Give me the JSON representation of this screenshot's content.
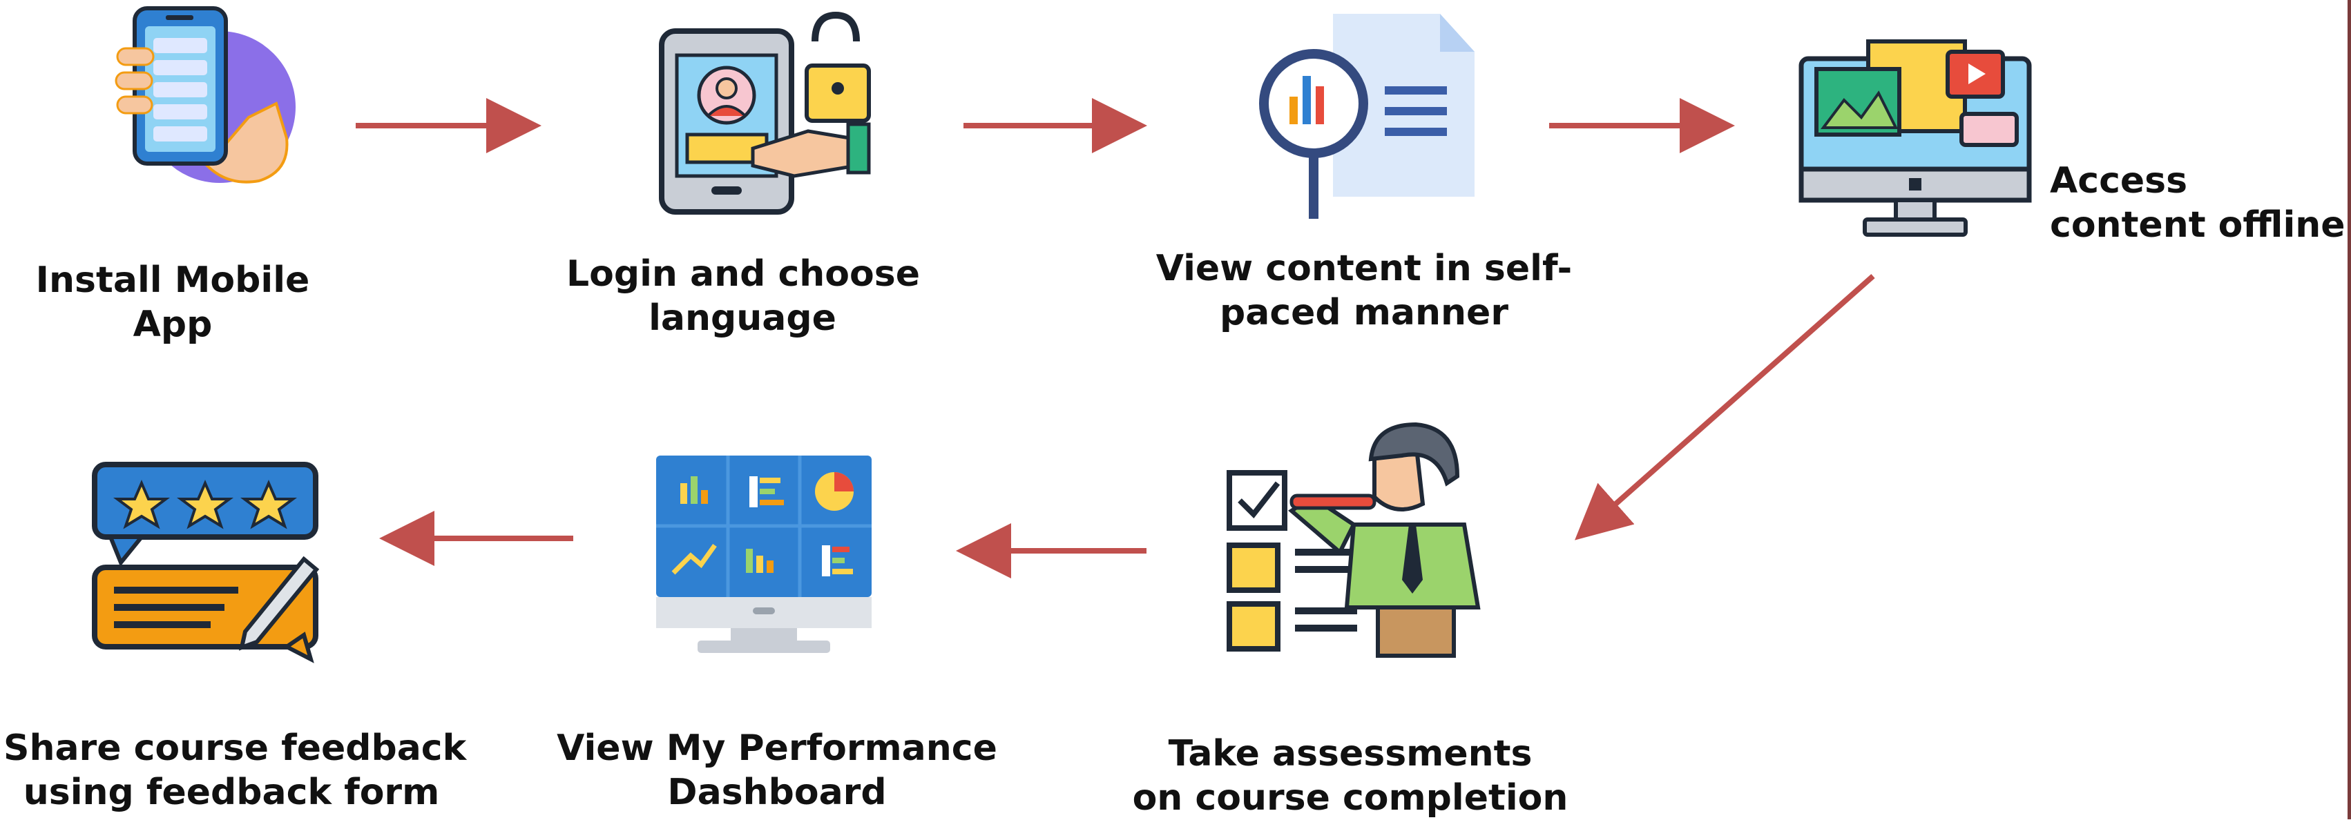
{
  "colors": {
    "arrow": "#c0504d",
    "frame_edge": "#7a3b3b",
    "dark_outline": "#1f2937",
    "blue": "#2f80d1",
    "light_blue": "#8fd3f4",
    "purple": "#8b6fe8",
    "orange": "#f39c12",
    "yellow": "#fcd34d",
    "green": "#9bd36c",
    "red": "#e74c3c",
    "grey": "#c9ced6",
    "skin": "#f6c69f"
  },
  "steps": [
    {
      "id": "install",
      "icon": "mobile-app-hand-icon",
      "lines": [
        "Install Mobile",
        "App"
      ]
    },
    {
      "id": "login",
      "icon": "tablet-login-lock-icon",
      "lines": [
        "Login and choose",
        "language"
      ]
    },
    {
      "id": "view",
      "icon": "document-magnifier-icon",
      "lines": [
        "View  content in self-",
        "paced manner"
      ]
    },
    {
      "id": "offline",
      "icon": "monitor-media-icon",
      "lines": [
        "Access",
        "content offline"
      ]
    },
    {
      "id": "assess",
      "icon": "person-checklist-icon",
      "lines": [
        "Take assessments",
        "on course completion"
      ]
    },
    {
      "id": "dashboard",
      "icon": "performance-dashboard-icon",
      "lines": [
        "View My Performance",
        "Dashboard"
      ]
    },
    {
      "id": "feedback",
      "icon": "rating-feedback-icon",
      "lines": [
        "Share course feedback",
        "using feedback form"
      ]
    }
  ]
}
